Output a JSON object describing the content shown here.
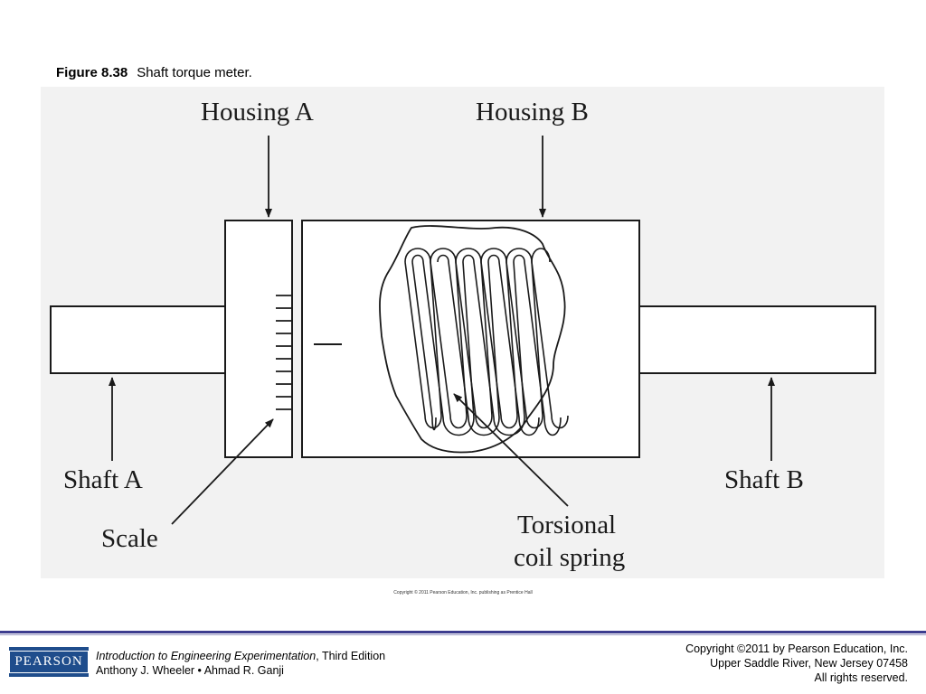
{
  "caption": {
    "figure_number": "Figure 8.38",
    "title": "Shaft torque meter."
  },
  "diagram": {
    "labels": {
      "housing_a": "Housing A",
      "housing_b": "Housing B",
      "shaft_a": "Shaft A",
      "shaft_b": "Shaft B",
      "scale": "Scale",
      "spring_line1": "Torsional",
      "spring_line2": "coil spring"
    },
    "image_copyright": "Copyright © 2011 Pearson Education, Inc. publishing as Prentice Hall"
  },
  "footer": {
    "logo_text": "PEARSON",
    "book_title": "Introduction to Engineering Experimentation",
    "edition": ", Third Edition",
    "authors": "Anthony J. Wheeler • Ahmad R. Ganji",
    "copyright_line1": "Copyright ©2011 by Pearson Education, Inc.",
    "copyright_line2": "Upper Saddle River, New Jersey 07458",
    "copyright_line3": "All rights reserved."
  }
}
